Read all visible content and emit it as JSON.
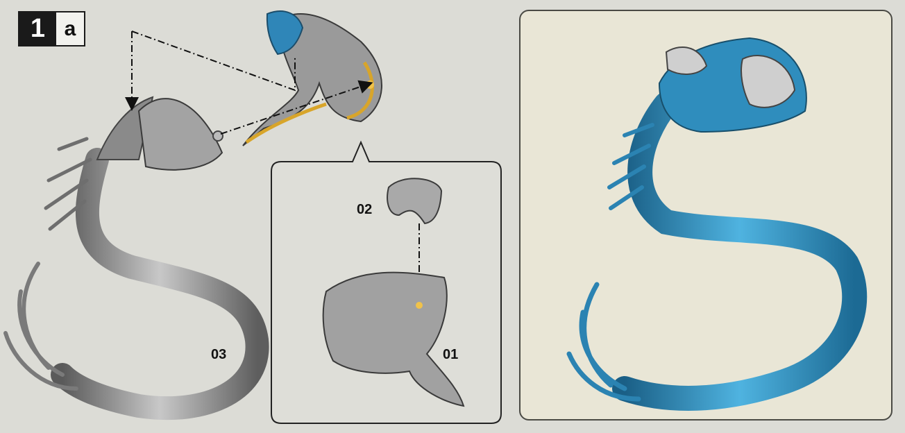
{
  "step": {
    "number": "1",
    "letter": "a"
  },
  "parts": [
    {
      "id": "03",
      "label": "03"
    },
    {
      "id": "02",
      "label": "02"
    },
    {
      "id": "01",
      "label": "01"
    }
  ],
  "colors": {
    "part_gray": "#8c8c8c",
    "highlight_gold": "#d8a52a",
    "assembled_blue": "#2b8fbf",
    "panel_bg": "#e9e6d6"
  }
}
